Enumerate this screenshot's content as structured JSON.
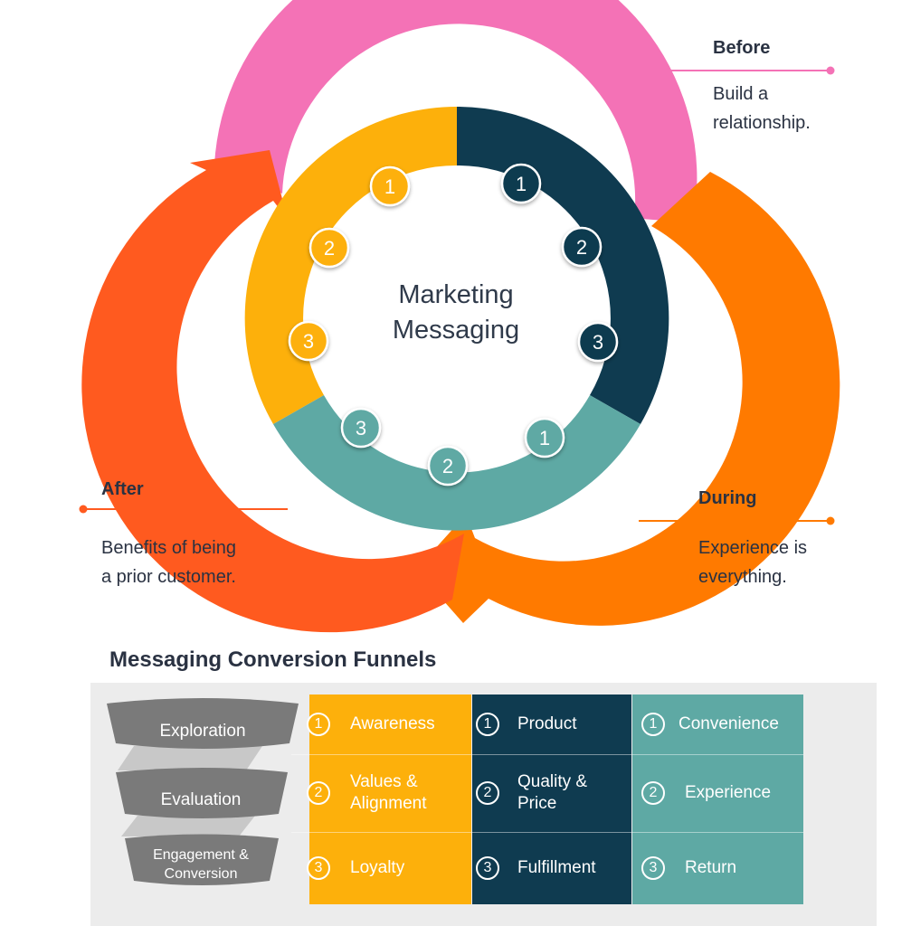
{
  "center": {
    "line1": "Marketing",
    "line2": "Messaging"
  },
  "arcs": {
    "before": "Before",
    "during": "During",
    "after": "After"
  },
  "ring_numbers": {
    "yellow": [
      "1",
      "2",
      "3"
    ],
    "navy": [
      "1",
      "2",
      "3"
    ],
    "teal": [
      "1",
      "2",
      "3"
    ]
  },
  "callouts": {
    "before": {
      "title": "Before",
      "line1": "Build a",
      "line2": "relationship."
    },
    "during": {
      "title": "During",
      "line1": "Experience is",
      "line2": "everything."
    },
    "after": {
      "title": "After",
      "line1": "Benefits of being",
      "line2": "a prior customer."
    }
  },
  "funnel": {
    "heading": "Messaging Conversion Funnels",
    "stages": [
      "Exploration",
      "Evaluation",
      "Engagement &",
      "Conversion"
    ],
    "columns": [
      {
        "items": [
          {
            "num": "1",
            "l1": "Awareness",
            "l2": ""
          },
          {
            "num": "2",
            "l1": "Values &",
            "l2": "Alignment"
          },
          {
            "num": "3",
            "l1": "Loyalty",
            "l2": ""
          }
        ]
      },
      {
        "items": [
          {
            "num": "1",
            "l1": "Product",
            "l2": ""
          },
          {
            "num": "2",
            "l1": "Quality &",
            "l2": "Price"
          },
          {
            "num": "3",
            "l1": "Fulfillment",
            "l2": ""
          }
        ]
      },
      {
        "items": [
          {
            "num": "1",
            "l1": "Convenience",
            "l2": ""
          },
          {
            "num": "2",
            "l1": "Experience",
            "l2": ""
          },
          {
            "num": "3",
            "l1": "Return",
            "l2": ""
          }
        ]
      }
    ]
  },
  "colors": {
    "pink": "#f472b6",
    "orange": "#ff7a00",
    "red_orange": "#ff5a1f",
    "yellow": "#fdb00b",
    "navy": "#0f3b50",
    "teal": "#5ea9a4",
    "funnel_gray": "#7a7a7a"
  }
}
